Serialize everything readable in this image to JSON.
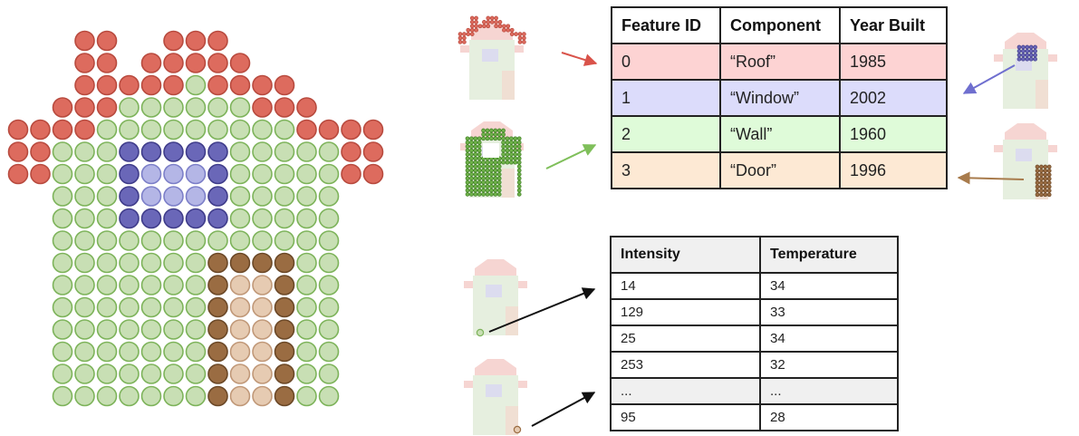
{
  "colors": {
    "roof": "#dd6b5e",
    "roof_stroke": "#b84a3e",
    "wall": "#c8dfb4",
    "wall_stroke": "#7db35a",
    "window_dark": "#6a67b8",
    "window_dark_stroke": "#3f3c8a",
    "window_light": "#b4b6e6",
    "window_light_stroke": "#7c7fc8",
    "door_dark": "#9a6c42",
    "door_dark_stroke": "#6b4827",
    "door_light": "#e6cbb2",
    "door_light_stroke": "#c09878",
    "row_roof": "#fdd3d3",
    "row_window": "#dcdcfb",
    "row_wall": "#dffbd9",
    "row_door": "#fde9d4",
    "arrow_roof": "#d9534a",
    "arrow_window": "#6f6fcf",
    "arrow_wall": "#7fbf5a",
    "arrow_door": "#a87b4c"
  },
  "feature_table": {
    "headers": [
      "Feature ID",
      "Component",
      "Year Built"
    ],
    "rows": [
      {
        "id": "0",
        "component": "“Roof”",
        "year": "1985",
        "category": "roof"
      },
      {
        "id": "1",
        "component": "“Window”",
        "year": "2002",
        "category": "window"
      },
      {
        "id": "2",
        "component": "“Wall”",
        "year": "1960",
        "category": "wall"
      },
      {
        "id": "3",
        "component": "“Door”",
        "year": "1996",
        "category": "door"
      }
    ]
  },
  "attribute_table": {
    "headers": [
      "Intensity",
      "Temperature"
    ],
    "rows": [
      {
        "intensity": "14",
        "temperature": "34"
      },
      {
        "intensity": "129",
        "temperature": "33"
      },
      {
        "intensity": "25",
        "temperature": "34"
      },
      {
        "intensity": "253",
        "temperature": "32"
      },
      {
        "intensity": "...",
        "temperature": "..."
      },
      {
        "intensity": "95",
        "temperature": "28"
      }
    ]
  }
}
